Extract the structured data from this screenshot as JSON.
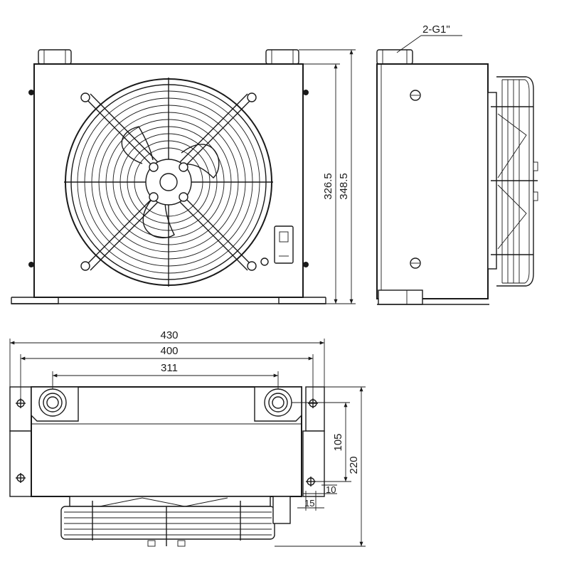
{
  "diagram": {
    "port_label": "2-G1\"",
    "front_view": {
      "height_inner": "326.5",
      "height_outer": "348.5"
    },
    "top_view": {
      "width_overall": "430",
      "width_mount": "400",
      "width_ports": "311",
      "depth_port": "105",
      "depth_overall": "220",
      "offset_10": "10",
      "offset_15": "15"
    }
  }
}
